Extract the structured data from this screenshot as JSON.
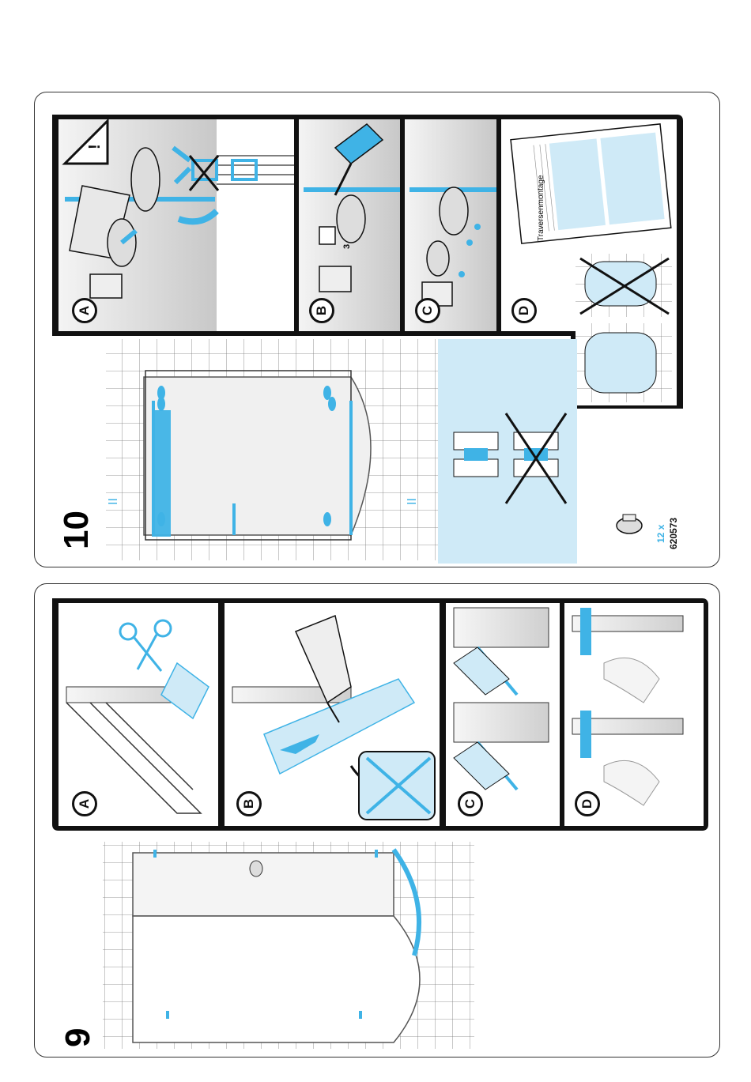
{
  "step10": {
    "number": "10",
    "part_quantity": "12 x",
    "part_number": "620573",
    "booklet_title": "Traversenmontage",
    "shim_mark": "3",
    "sub_steps": [
      "A",
      "B",
      "C",
      "D"
    ]
  },
  "step9": {
    "number": "9",
    "sub_steps": [
      "A",
      "B",
      "C",
      "D"
    ]
  },
  "colors": {
    "accent": "#3fb3e6",
    "light_accent": "#cfeaf7",
    "outline": "#111111"
  }
}
